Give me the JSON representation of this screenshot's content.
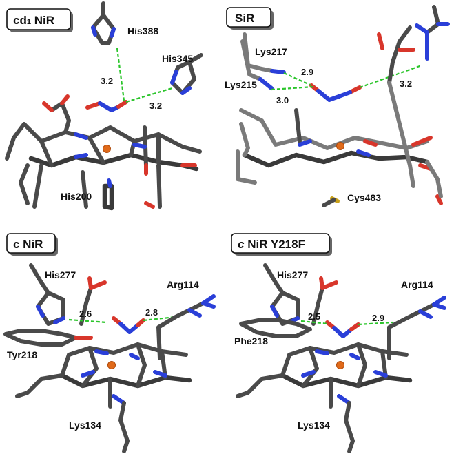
{
  "panels": [
    {
      "title": "cd",
      "title_sub": "1",
      "title_rest": " NiR",
      "labels": [
        "His388",
        "His345",
        "His200"
      ],
      "distances": [
        "3.2",
        "3.2"
      ]
    },
    {
      "title": "SiR",
      "labels": [
        "Lys217",
        "Lys215",
        "Cys483"
      ],
      "distances": [
        "2.9",
        "3.0",
        "3.2"
      ]
    },
    {
      "title": "c NiR",
      "labels": [
        "His277",
        "Arg114",
        "Tyr218",
        "Lys134"
      ],
      "distances": [
        "2.6",
        "2.8"
      ]
    },
    {
      "title_italic": "c",
      "title_rest": " NiR Y218F",
      "labels": [
        "His277",
        "Arg114",
        "Phe218",
        "Lys134"
      ],
      "distances": [
        "2.5",
        "2.9"
      ]
    }
  ],
  "colors": {
    "carbon": "#4a4a4a",
    "oxygen": "#d8362b",
    "nitrogen": "#2a3fd8",
    "sulfur": "#c9a017",
    "iron": "#e06a1a",
    "hbond": "#2bc52b"
  }
}
